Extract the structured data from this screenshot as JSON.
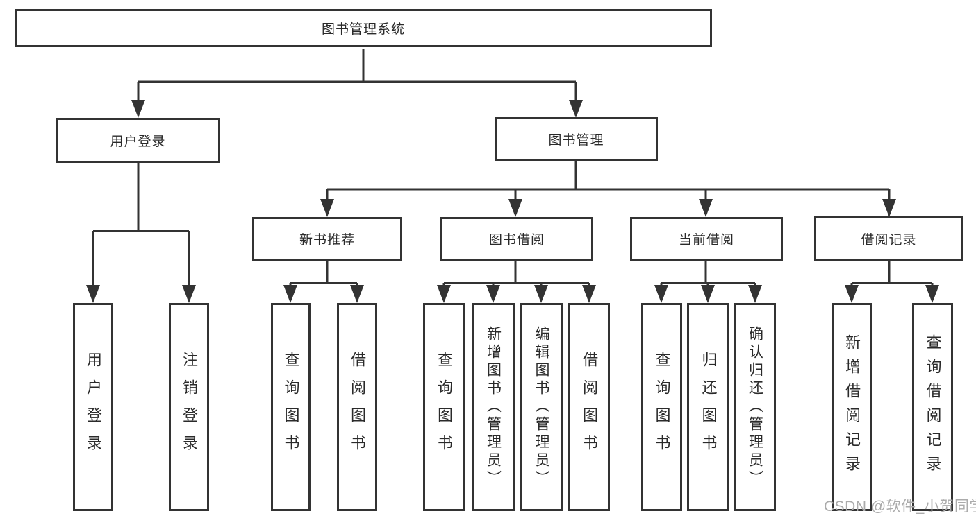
{
  "watermark": "CSDN @软件_小贺同学",
  "colors": {
    "line": "#333333",
    "box_border": "#333333",
    "box_background": "#ffffff",
    "text": "#2a2a2a",
    "watermark": "#ababab"
  },
  "tree": {
    "label": "图书管理系统",
    "children": [
      {
        "label": "用户登录",
        "children": [
          {
            "label": "用户登录"
          },
          {
            "label": "注销登录"
          }
        ]
      },
      {
        "label": "图书管理",
        "children": [
          {
            "label": "新书推荐",
            "children": [
              {
                "label": "查询图书"
              },
              {
                "label": "借阅图书"
              }
            ]
          },
          {
            "label": "图书借阅",
            "children": [
              {
                "label": "查询图书"
              },
              {
                "label": "新增图书（管理员）"
              },
              {
                "label": "编辑图书（管理员）"
              },
              {
                "label": "借阅图书"
              }
            ]
          },
          {
            "label": "当前借阅",
            "children": [
              {
                "label": "查询图书"
              },
              {
                "label": "归还图书"
              },
              {
                "label": "确认归还（管理员）"
              }
            ]
          },
          {
            "label": "借阅记录",
            "children": [
              {
                "label": "新增借阅记录"
              },
              {
                "label": "查询借阅记录"
              }
            ]
          }
        ]
      }
    ]
  }
}
